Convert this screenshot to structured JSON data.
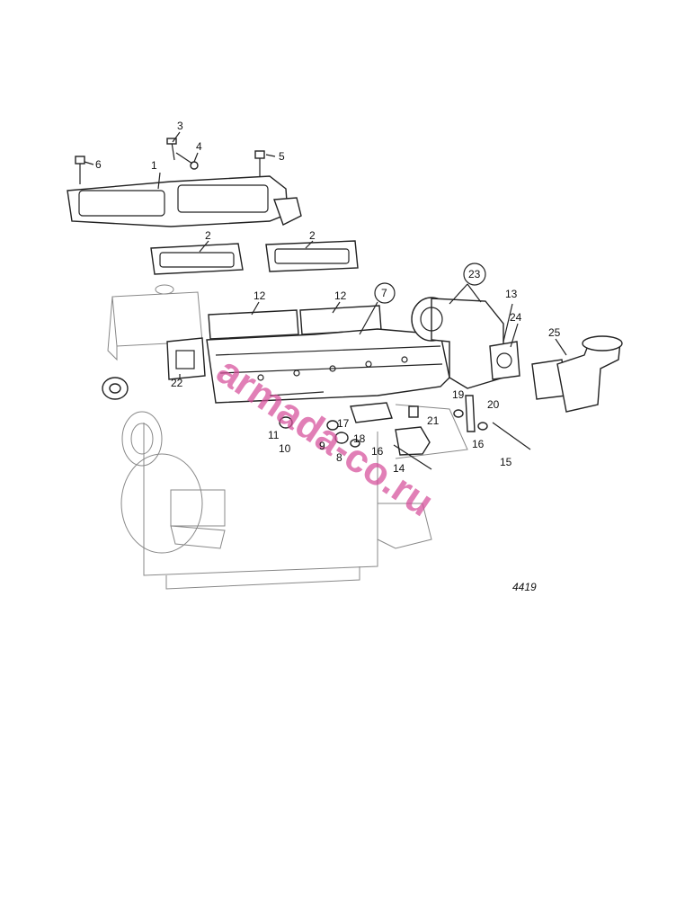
{
  "figure_number": "4419",
  "watermark": "armada-co.ru",
  "callouts": [
    {
      "id": "c1",
      "text": "1"
    },
    {
      "id": "c2a",
      "text": "2"
    },
    {
      "id": "c2b",
      "text": "2"
    },
    {
      "id": "c3",
      "text": "3"
    },
    {
      "id": "c4",
      "text": "4"
    },
    {
      "id": "c5",
      "text": "5"
    },
    {
      "id": "c6",
      "text": "6"
    },
    {
      "id": "c7",
      "text": "7",
      "circled": true
    },
    {
      "id": "c8",
      "text": "8"
    },
    {
      "id": "c9",
      "text": "9"
    },
    {
      "id": "c10",
      "text": "10"
    },
    {
      "id": "c11",
      "text": "11"
    },
    {
      "id": "c12a",
      "text": "12"
    },
    {
      "id": "c12b",
      "text": "12"
    },
    {
      "id": "c13",
      "text": "13"
    },
    {
      "id": "c14",
      "text": "14"
    },
    {
      "id": "c15",
      "text": "15"
    },
    {
      "id": "c16a",
      "text": "16"
    },
    {
      "id": "c16b",
      "text": "16"
    },
    {
      "id": "c17",
      "text": "17"
    },
    {
      "id": "c18",
      "text": "18"
    },
    {
      "id": "c19",
      "text": "19"
    },
    {
      "id": "c20",
      "text": "20"
    },
    {
      "id": "c21",
      "text": "21"
    },
    {
      "id": "c22",
      "text": "22"
    },
    {
      "id": "c23",
      "text": "23",
      "circled": true
    },
    {
      "id": "c24",
      "text": "24"
    },
    {
      "id": "c25",
      "text": "25"
    }
  ]
}
